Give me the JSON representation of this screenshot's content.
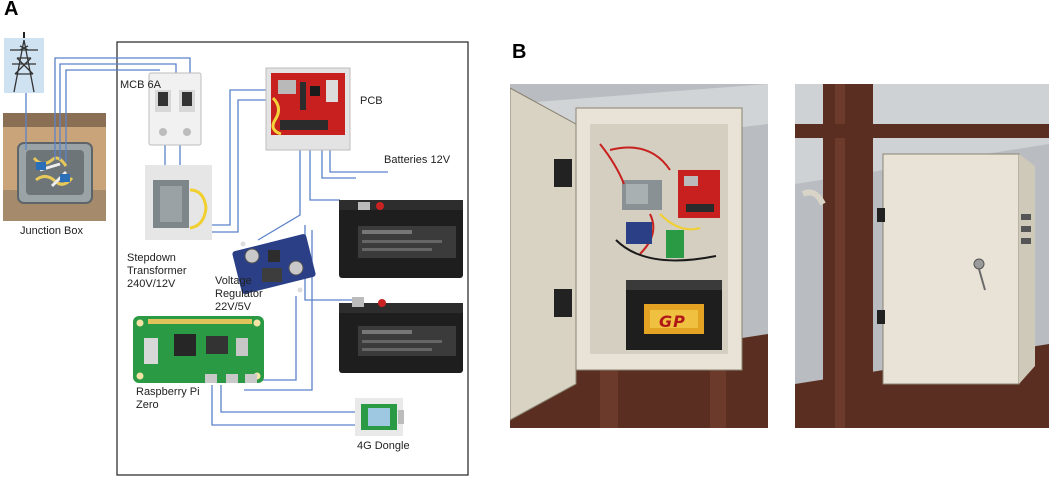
{
  "panel_a": {
    "letter": "A",
    "labels": {
      "mcb": "MCB 6A",
      "pcb": "PCB",
      "batteries": "Batteries 12V",
      "junction_box": "Junction Box",
      "transformer": [
        "Stepdown",
        "Transformer",
        "240V/12V"
      ],
      "regulator": [
        "Voltage",
        "Regulator",
        "22V/5V"
      ],
      "raspberry": [
        "Raspberry Pi",
        "Zero"
      ],
      "dongle": "4G Dongle"
    }
  },
  "panel_b": {
    "letter": "B",
    "battery_brand": "GP"
  },
  "colors": {
    "wire": "#5b82c9",
    "pcb_red": "#c8201e",
    "battery_body": "#1e1e1e",
    "cabinet": "#e8e3d6",
    "wood": "#5a2f22",
    "roof": "#b9bcc0"
  }
}
